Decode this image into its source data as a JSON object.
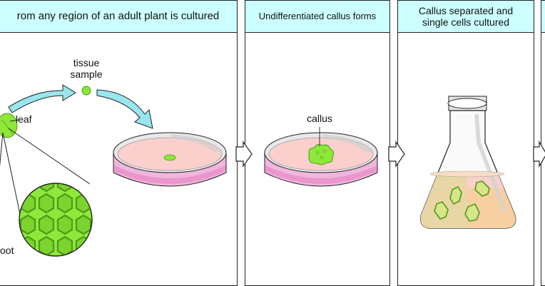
{
  "panels": [
    {
      "title": "rom any region of an adult plant is cultured"
    },
    {
      "title": "Undifferentiated callus forms"
    },
    {
      "title_line1": "Callus separated and",
      "title_line2": "single cells cultured"
    }
  ],
  "labels": {
    "tissue_sample_line1": "tissue",
    "tissue_sample_line2": "sample",
    "leaf": "leaf",
    "root_fragment": "oot",
    "callus": "callus"
  },
  "colors": {
    "header_bg": "#ccffff",
    "arrow_blue": "#99e6ee",
    "plant_green": "#88ee33",
    "medium_pink": "#fbd0cc",
    "flask_medium": "#f7cfa0"
  }
}
